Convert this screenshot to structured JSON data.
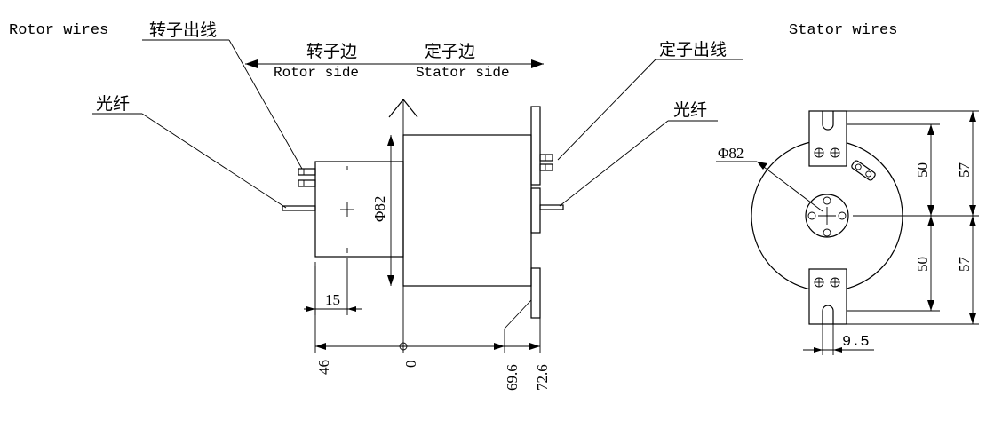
{
  "labels": {
    "rotor_wires_en": "Rotor wires",
    "stator_wires_en": "Stator wires",
    "rotor_wires_cn": "转子出线",
    "stator_wires_cn": "定子出线",
    "rotor_side_cn": "转子边",
    "rotor_side_en": "Rotor side",
    "stator_side_cn": "定子边",
    "stator_side_en": "Stator side",
    "fiber_left_cn": "光纤",
    "fiber_right_cn": "光纤"
  },
  "dimensions": {
    "dia_side": "Φ82",
    "dia_end": "Φ82",
    "rotor_width": "15",
    "pos_46": "46",
    "pos_0": "0",
    "pos_69_6": "69.6",
    "pos_72_6": "72.6",
    "mount_50_top": "50",
    "mount_57_top": "57",
    "mount_50_bottom": "50",
    "mount_57_bottom": "57",
    "slot_width": "9.5"
  },
  "colors": {
    "line": "#000000",
    "background": "#ffffff"
  }
}
